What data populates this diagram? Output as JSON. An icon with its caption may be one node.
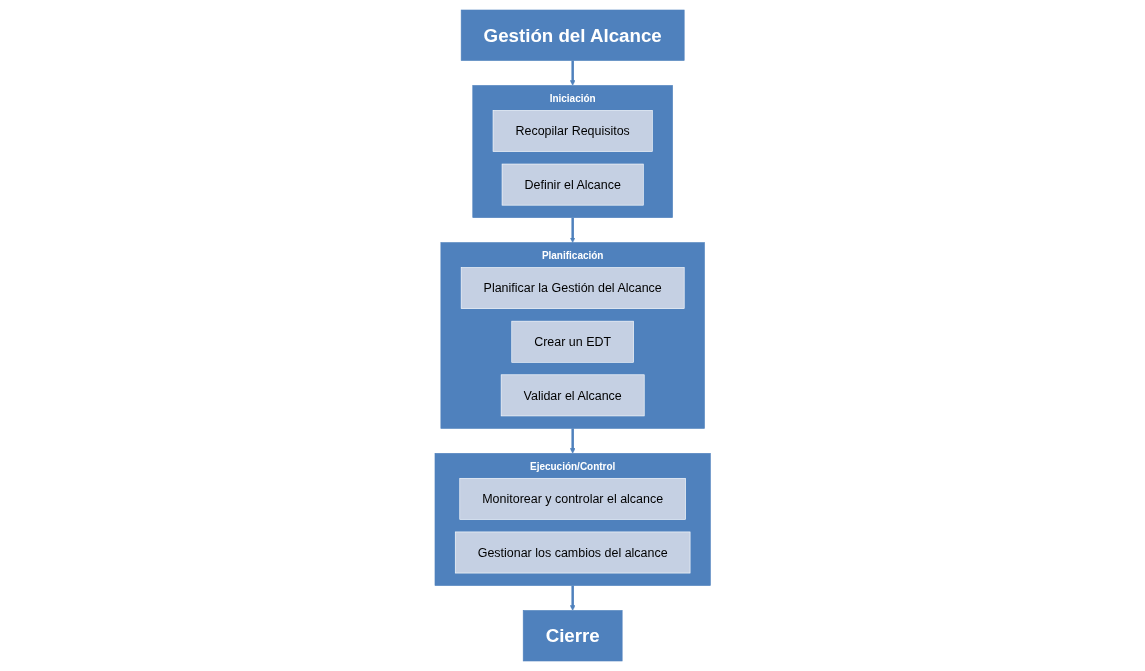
{
  "diagram": {
    "nodes": [
      {
        "text": [
          "Gestión del Alcance"
        ]
      },
      {
        "text": [
          "Iniciación"
        ]
      },
      {
        "text": [
          "Recopilar Requisitos"
        ],
        "in": 1
      },
      {
        "text": [
          "Definir el Alcance"
        ],
        "in": 1
      },
      {
        "text": [
          "Planificación"
        ]
      },
      {
        "text": [
          "Planificar la Gestión del Alcance"
        ],
        "in": 4
      },
      {
        "text": [
          "Crear un EDT"
        ],
        "in": 4
      },
      {
        "text": [
          "Validar el Alcance"
        ],
        "in": 4
      },
      {
        "text": [
          "Ejecución/Control"
        ]
      },
      {
        "text": [
          "Monitorear y controlar el alcance"
        ],
        "in": 8
      },
      {
        "text": [
          "Gestionar los cambios del alcance"
        ],
        "in": 8
      },
      {
        "text": [
          "Cierre"
        ]
      }
    ],
    "edges": [
      {
        "from": 0,
        "to": 1,
        "arrow": "to"
      },
      {
        "from": 1,
        "to": 4,
        "arrow": "to"
      },
      {
        "from": 4,
        "to": 8,
        "arrow": "to"
      },
      {
        "from": 8,
        "to": 11,
        "arrow": "to"
      }
    ]
  }
}
